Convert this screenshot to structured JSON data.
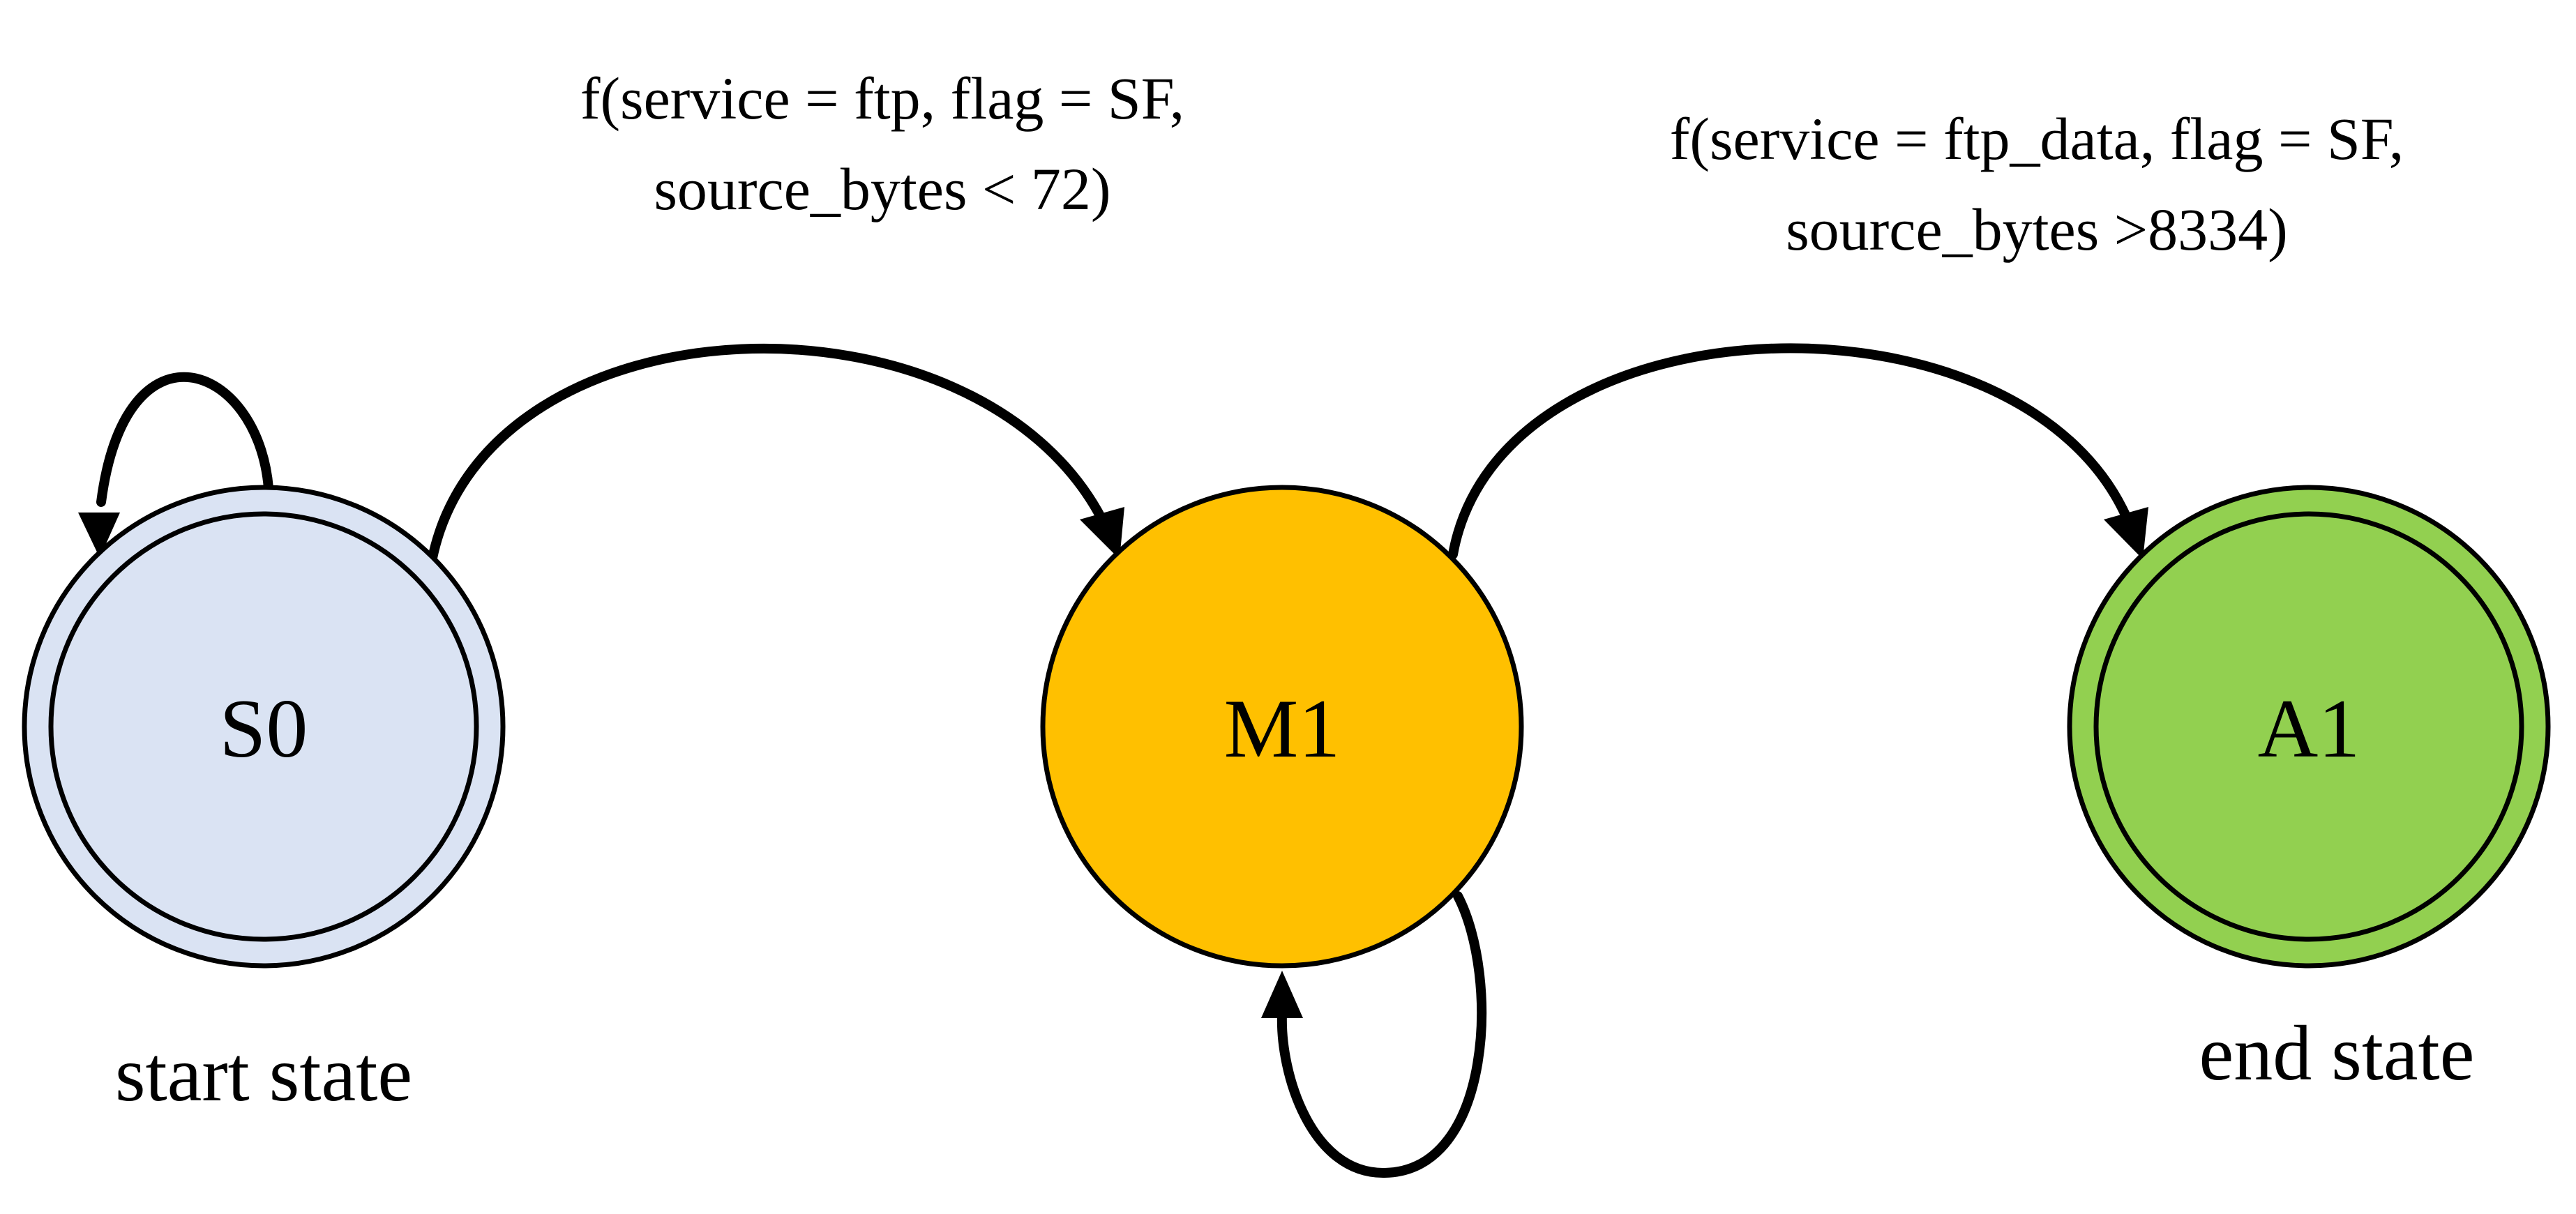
{
  "states": [
    {
      "id": "S0",
      "label": "S0",
      "caption": "start state",
      "fill": "#dae3f3",
      "double_ring": true
    },
    {
      "id": "M1",
      "label": "M1",
      "caption": "",
      "fill": "#ffc000",
      "double_ring": false
    },
    {
      "id": "A1",
      "label": "A1",
      "caption": "end state",
      "fill": "#92d050",
      "double_ring": true
    }
  ],
  "transitions": [
    {
      "from": "S0",
      "to": "M1",
      "label_line1": "f(service = ftp, flag = SF,",
      "label_line2": "source_bytes < 72)"
    },
    {
      "from": "M1",
      "to": "A1",
      "label_line1": "f(service = ftp_data, flag = SF,",
      "label_line2": "source_bytes >8334)"
    },
    {
      "from": "S0",
      "to": "S0",
      "self_loop": true
    },
    {
      "from": "M1",
      "to": "M1",
      "self_loop": true
    }
  ],
  "colors": {
    "stroke": "#000000",
    "background": "#ffffff"
  }
}
